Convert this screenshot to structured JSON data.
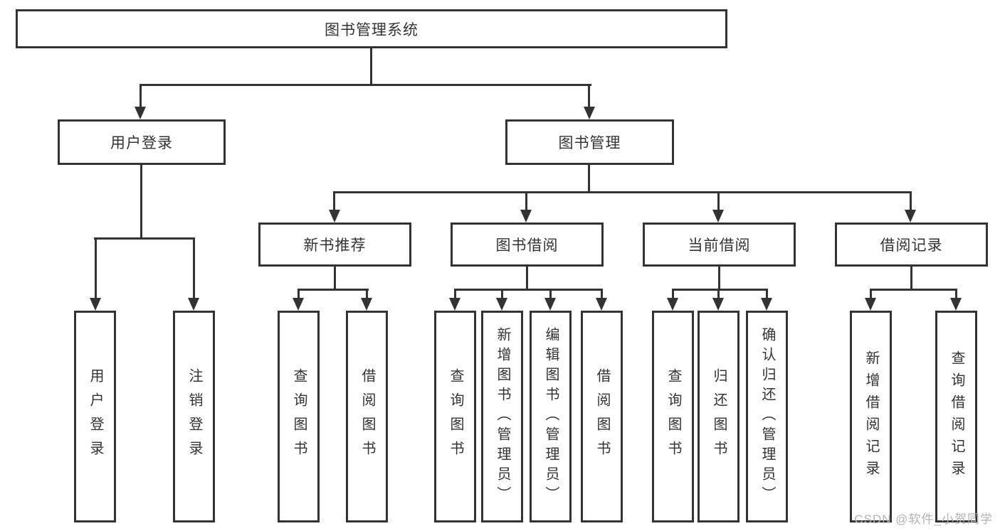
{
  "diagram": {
    "root": {
      "label": "图书管理系统"
    },
    "branches": [
      {
        "label": "用户登录",
        "children": [
          {
            "label": "用户登录"
          },
          {
            "label": "注销登录"
          }
        ]
      },
      {
        "label": "图书管理",
        "children": [
          {
            "label": "新书推荐",
            "children": [
              {
                "label": "查询图书"
              },
              {
                "label": "借阅图书"
              }
            ]
          },
          {
            "label": "图书借阅",
            "children": [
              {
                "label": "查询图书"
              },
              {
                "label": "新增图书（管理员）"
              },
              {
                "label": "编辑图书（管理员）"
              },
              {
                "label": "借阅图书"
              }
            ]
          },
          {
            "label": "当前借阅",
            "children": [
              {
                "label": "查询图书"
              },
              {
                "label": "归还图书"
              },
              {
                "label": "确认归还（管理员）"
              }
            ]
          },
          {
            "label": "借阅记录",
            "children": [
              {
                "label": "新增借阅记录"
              },
              {
                "label": "查询借阅记录"
              }
            ]
          }
        ]
      }
    ]
  },
  "colors": {
    "line": "#333333",
    "text": "#333333",
    "background": "#ffffff",
    "watermark": "#b3b3b3"
  },
  "watermark": {
    "text": "CSDN @软件_小贺同学"
  }
}
